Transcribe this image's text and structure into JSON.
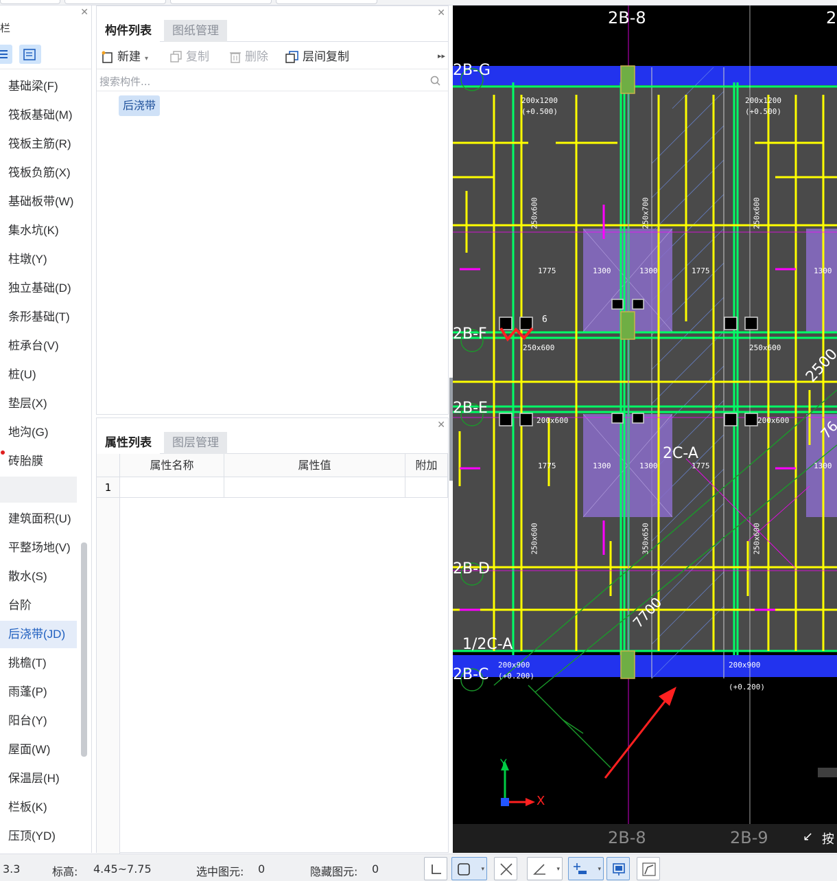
{
  "left_panel": {
    "header": "栏",
    "items": [
      {
        "label": "基础梁(F)"
      },
      {
        "label": "筏板基础(M)"
      },
      {
        "label": "筏板主筋(R)"
      },
      {
        "label": "筏板负筋(X)"
      },
      {
        "label": "基础板带(W)"
      },
      {
        "label": "集水坑(K)"
      },
      {
        "label": "柱墩(Y)"
      },
      {
        "label": "独立基础(D)"
      },
      {
        "label": "条形基础(T)"
      },
      {
        "label": "桩承台(V)"
      },
      {
        "label": "桩(U)"
      },
      {
        "label": "垫层(X)"
      },
      {
        "label": "地沟(G)"
      },
      {
        "label": "砖胎膜"
      },
      {
        "label": ""
      },
      {
        "label": "建筑面积(U)"
      },
      {
        "label": "平整场地(V)"
      },
      {
        "label": "散水(S)"
      },
      {
        "label": "台阶"
      },
      {
        "label": "后浇带(JD)"
      },
      {
        "label": "挑檐(T)"
      },
      {
        "label": "雨蓬(P)"
      },
      {
        "label": "阳台(Y)"
      },
      {
        "label": "屋面(W)"
      },
      {
        "label": "保温层(H)"
      },
      {
        "label": "栏板(K)"
      },
      {
        "label": "压顶(YD)"
      }
    ]
  },
  "component_panel": {
    "tabs": [
      {
        "label": "构件列表"
      },
      {
        "label": "图纸管理"
      }
    ],
    "toolbar": {
      "new": "新建",
      "copy": "复制",
      "delete": "删除",
      "floor_copy": "层间复制"
    },
    "search_placeholder": "搜索构件...",
    "components": [
      {
        "label": "后浇带"
      }
    ]
  },
  "property_panel": {
    "tabs": [
      {
        "label": "属性列表"
      },
      {
        "label": "图层管理"
      }
    ],
    "columns": [
      "属性名称",
      "属性值",
      "附加"
    ],
    "rows": [
      {
        "index": "1",
        "name": "",
        "value": "",
        "extra": ""
      }
    ]
  },
  "cad": {
    "axis_top": [
      "2B-8",
      "2"
    ],
    "axis_bottom": [
      "2B-8",
      "2B-9"
    ],
    "axis_left": [
      "2B-G",
      "2B-F",
      "2B-E",
      "2B-D",
      "1/2C-A",
      "2B-C"
    ],
    "labels": {
      "beam_top_left": "200x1200",
      "beam_top_left_elev": "(+0.500)",
      "beam_top_right": "200x1200",
      "beam_top_right_elev": "(+0.500)",
      "col_1": "250x600",
      "col_2": "250x700",
      "col_3": "250x600",
      "mid_left": "250x600",
      "mid_right": "250x600",
      "beam_e1": "200x600",
      "beam_e2": "200x600",
      "col_4": "250x600",
      "col_5": "350x650",
      "col_6": "250x600",
      "bottom_beam_1": "200x900",
      "bottom_beam_1_elev": "(+0.200)",
      "bottom_beam_2": "200x900",
      "bottom_beam_2_elev": "(+0.200)",
      "grid_2ca": "2C-A",
      "dim_1775a": "1775",
      "dim_1300a": "1300",
      "dim_1300b": "1300",
      "dim_1775b": "1775",
      "dim_1300c": "1300",
      "dim_1775c": "1775",
      "dim_1300d": "1300",
      "dim_1300e": "1300",
      "dim_1775d": "1775",
      "dim_1300f": "1300",
      "diag_7700": "7700",
      "diag_2500": "2500",
      "diag_76": "76",
      "tag_6": "6",
      "axis_x": "X",
      "axis_y": "Y",
      "corner_btn": "按"
    },
    "colors": {
      "background": "#000000",
      "rebar": "#ffff00",
      "beam": "#00ff66",
      "band": "#2233ff",
      "magenta": "#ff00ff",
      "arrow": "#ff2020"
    }
  },
  "status_bar": {
    "scale": "3.3",
    "elevation_label": "标高:",
    "elevation_value": "4.45~7.75",
    "selected_label": "选中图元:",
    "selected_value": "0",
    "hidden_label": "隐藏图元:",
    "hidden_value": "0"
  }
}
